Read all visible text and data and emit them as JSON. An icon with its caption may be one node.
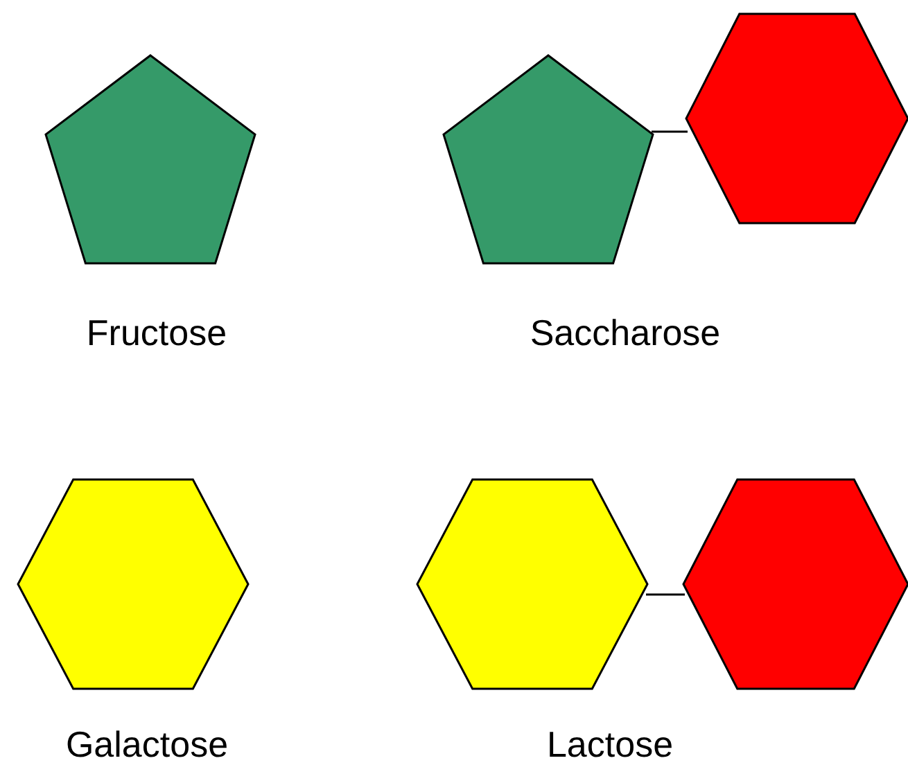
{
  "diagram": {
    "nodes": [
      {
        "text": [],
        "shape": "pentagon"
      },
      {
        "text": [],
        "shape": "pentagon"
      },
      {
        "text": [],
        "shape": "hexagon"
      },
      {
        "text": [],
        "shape": "hexagon"
      },
      {
        "text": [],
        "shape": "hexagon"
      },
      {
        "text": [],
        "shape": "hexagon"
      }
    ],
    "edges": [
      {
        "from": 1,
        "to": 2,
        "arrow": "none"
      },
      {
        "from": 4,
        "to": 5,
        "arrow": "none"
      }
    ],
    "labels": [
      "Fructose",
      "Saccharose",
      "Galactose",
      "Lactose"
    ]
  }
}
